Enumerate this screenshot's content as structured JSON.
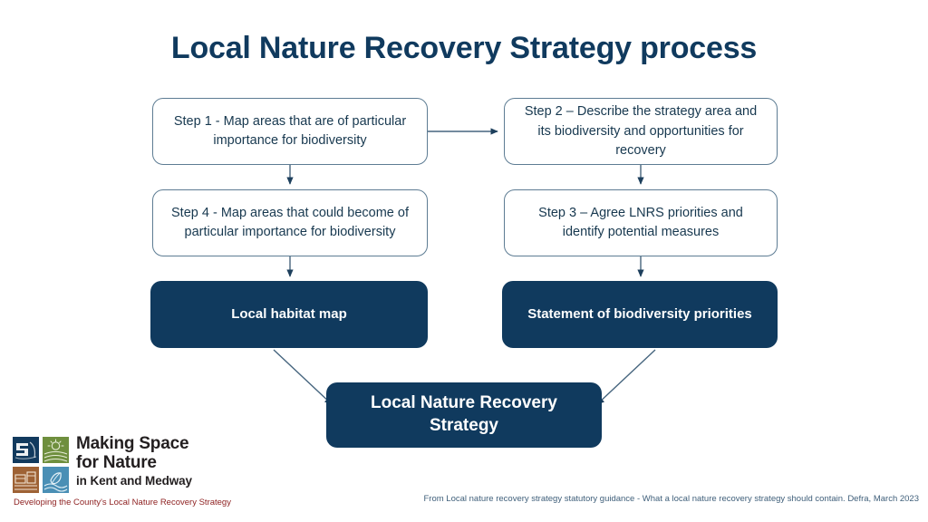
{
  "slide": {
    "title": "Local Nature Recovery Strategy process",
    "background_color": "#ffffff",
    "accent_color": "#103a5e",
    "outline_color": "#5d7c93"
  },
  "flow": {
    "nodes": [
      {
        "id": "step1",
        "label": "Step 1 - Map areas that are of particular importance for biodiversity",
        "style": "outline"
      },
      {
        "id": "step2",
        "label": "Step 2 – Describe the strategy area and its biodiversity and opportunities for recovery",
        "style": "outline"
      },
      {
        "id": "step4",
        "label": "Step 4 - Map areas that could become of particular importance for biodiversity",
        "style": "outline"
      },
      {
        "id": "step3",
        "label": "Step 3 – Agree LNRS priorities and identify potential measures",
        "style": "outline"
      },
      {
        "id": "habitatmap",
        "label": "Local habitat map",
        "style": "filled"
      },
      {
        "id": "statement",
        "label": "Statement of biodiversity priorities",
        "style": "filled"
      },
      {
        "id": "lnrs",
        "label_line1": "Local Nature Recovery",
        "label_line2": "Strategy",
        "style": "filled"
      }
    ],
    "connectors": [
      {
        "from": "step1",
        "to": "step2",
        "kind": "arrow-right"
      },
      {
        "from": "step1",
        "to": "step4",
        "kind": "arrow-down"
      },
      {
        "from": "step2",
        "to": "step3",
        "kind": "arrow-down"
      },
      {
        "from": "step4",
        "to": "habitatmap",
        "kind": "arrow-down"
      },
      {
        "from": "step3",
        "to": "statement",
        "kind": "arrow-down"
      },
      {
        "from": "habitatmap",
        "to": "lnrs",
        "kind": "arrow-diagonal"
      },
      {
        "from": "statement",
        "to": "lnrs",
        "kind": "arrow-diagonal"
      }
    ]
  },
  "logo": {
    "line1": "Making Space",
    "line2": "for Nature",
    "line3": "in Kent and Medway",
    "tagline": "Developing the County's Local Nature Recovery Strategy",
    "tagline_color": "#8d1f1f",
    "tiles": [
      {
        "name": "tile-navy",
        "color": "#123a5e"
      },
      {
        "name": "tile-green",
        "color": "#6f8f3e"
      },
      {
        "name": "tile-brown",
        "color": "#9e6235"
      },
      {
        "name": "tile-blue",
        "color": "#4a8fb5"
      }
    ]
  },
  "footer": {
    "source_note": "From Local nature recovery strategy statutory  guidance - What a local nature recovery strategy should contain. Defra, March 2023"
  }
}
